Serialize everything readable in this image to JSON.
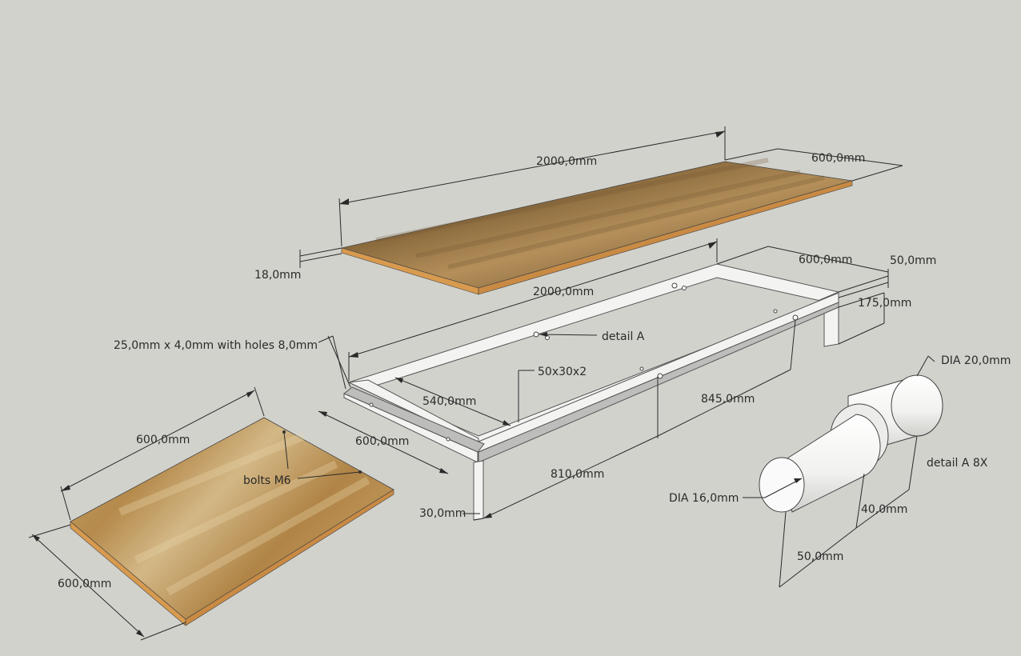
{
  "labels": {
    "top_length": "2000,0mm",
    "top_width": "600,0mm",
    "top_thickness": "18,0mm",
    "frame_length": "2000,0mm",
    "frame_width": "600,0mm",
    "frame_depth": "50,0mm",
    "leg_height": "175,0mm",
    "flat_bar": "25,0mm x 4,0mm with holes 8,0mm",
    "detail_a": "detail A",
    "tube": "50x30x2",
    "inner_540": "540,0mm",
    "inner_845": "845,0mm",
    "frame_600": "600,0mm",
    "leg_810": "810,0mm",
    "leg_30": "30,0mm",
    "panel_600_top": "600,0mm",
    "panel_600_side": "600,0mm",
    "bolts": "bolts M6",
    "dia20": "DIA 20,0mm",
    "dia16": "DIA 16,0mm",
    "detail_a_8x": "detail A 8X",
    "len40": "40,0mm",
    "len50": "50,0mm"
  },
  "colors": {
    "background": "#d2d2cd",
    "wood_light": "#c79a55",
    "wood_dark": "#8a6a3d",
    "wood_edge": "#d89a4e",
    "metal": "#f3f3f1"
  }
}
